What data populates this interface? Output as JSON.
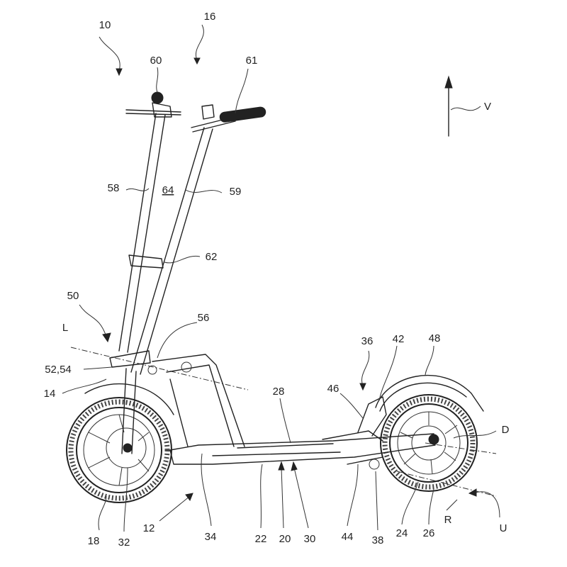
{
  "figure": {
    "labels": {
      "l10": "10",
      "l16": "16",
      "l60": "60",
      "l61": "61",
      "lV": "V",
      "l58": "58",
      "l64": "64",
      "l59": "59",
      "l62": "62",
      "l50": "50",
      "l56": "56",
      "lL": "L",
      "l5254": "52,54",
      "l14": "14",
      "l36": "36",
      "l42": "42",
      "l48": "48",
      "l46": "46",
      "l28": "28",
      "lD": "D",
      "l18": "18",
      "l32": "32",
      "l12": "12",
      "l34": "34",
      "l22": "22",
      "l20": "20",
      "l30": "30",
      "l44": "44",
      "l38": "38",
      "l24": "24",
      "l26": "26",
      "lR": "R",
      "lU": "U"
    }
  }
}
